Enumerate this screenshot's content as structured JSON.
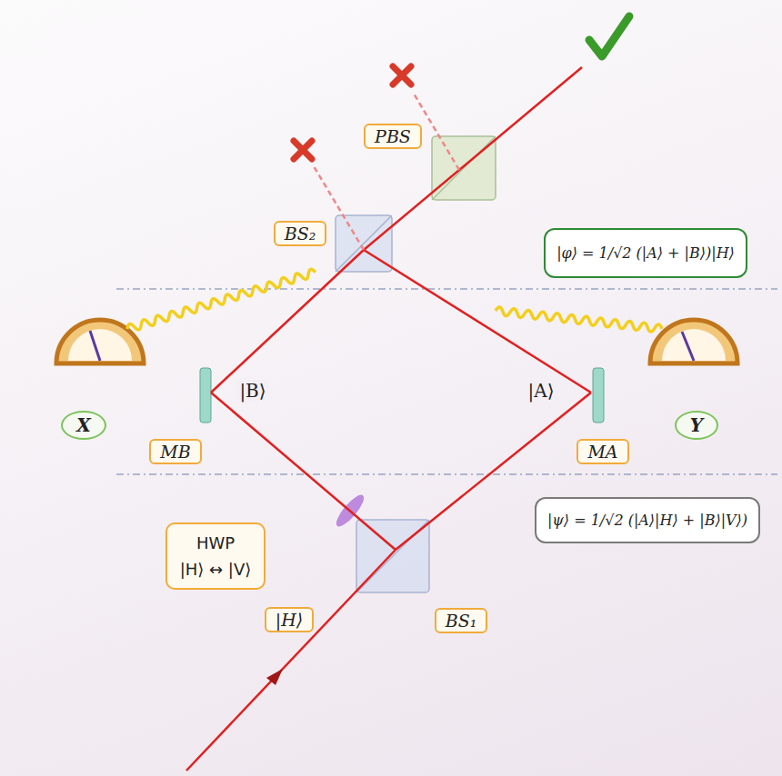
{
  "diagram": {
    "nodes": [
      {
        "text": [
          "PBS"
        ]
      },
      {
        "text": [
          "BS₂"
        ]
      },
      {
        "text": [
          "|φ⟩ = 1/√2 (|A⟩ + |B⟩)|H⟩"
        ]
      },
      {
        "text": [
          "X"
        ]
      },
      {
        "text": [
          "Y"
        ]
      },
      {
        "text": [
          "MB"
        ]
      },
      {
        "text": [
          "MA"
        ]
      },
      {
        "text": [
          "|ψ⟩ = 1/√2 (|A⟩|H⟩ + |B⟩|V⟩)"
        ]
      },
      {
        "text": [
          "HWP",
          "|H⟩ ↔ |V⟩"
        ]
      },
      {
        "text": [
          "BS₁"
        ]
      },
      {
        "text": [
          "|H⟩"
        ]
      }
    ],
    "labels": [
      "|B⟩",
      "|A⟩"
    ]
  }
}
